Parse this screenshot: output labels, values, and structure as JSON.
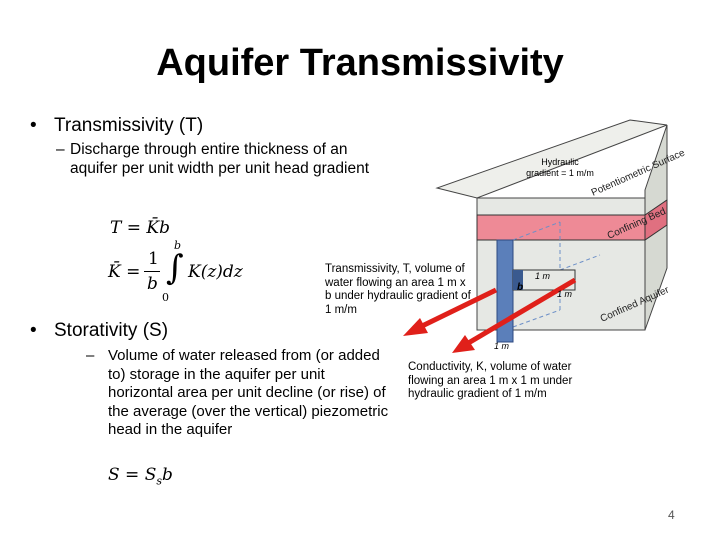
{
  "slide": {
    "title": "Aquifer Transmissivity",
    "page_number": "4"
  },
  "bullets": {
    "transmissivity_heading": "Transmissivity (T)",
    "transmissivity_sub": "Discharge through entire thickness of an aquifer per unit width per unit head gradient",
    "storativity_heading": "Storativity (S)",
    "storativity_sub": "Volume of water released from (or added to) storage in the aquifer per unit horizontal area per unit decline (or rise) of the average (over the vertical) piezometric head in the aquifer"
  },
  "equations": {
    "t_eq": "T = K̄b",
    "k_eq_lhs": "K̄ = ",
    "k_frac_num": "1",
    "k_frac_den": "b",
    "k_int_upper": "b",
    "k_int_lower": "0",
    "k_integrand": "K(z)dz",
    "s_eq": "S = S",
    "s_sub": "s",
    "s_tail": "b"
  },
  "diagram": {
    "hydraulic_gradient": [
      "Hydraulic",
      "gradient = 1 m/m"
    ],
    "potentiometric_surface": "Potentiometric Surface",
    "confining_bed": "Confining Bed",
    "confined_aquifer": "Confined Aquifer",
    "b_label": "b",
    "one_m_top": "1 m",
    "one_m_side": "1 m",
    "one_m_bottom": "1 m",
    "transmissivity_note": "Transmissivity, T, volume of water flowing an area 1 m x b under hydraulic gradient of 1 m/m",
    "conductivity_note": "Conductivity, K, volume of water flowing an area 1 m x 1 m under hydraulic gradient of 1 m/m"
  },
  "colors": {
    "confining_bed": "#ee8a96",
    "aquifer_column": "#5b7fba",
    "arrow": "#e0201a",
    "block_front": "#e6e8e4",
    "block_side": "#d6d9d2"
  }
}
